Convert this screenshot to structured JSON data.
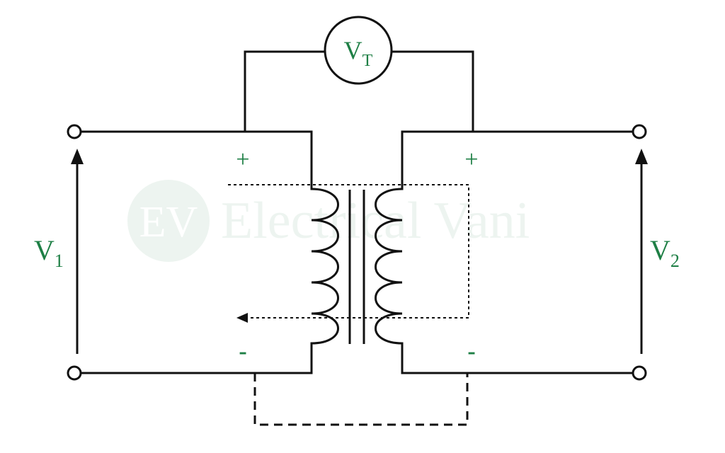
{
  "diagram": {
    "meter": {
      "symbol": "V",
      "subscript": "T"
    },
    "left_voltage": {
      "symbol": "V",
      "subscript": "1"
    },
    "right_voltage": {
      "symbol": "V",
      "subscript": "2"
    },
    "left_plus": "+",
    "right_plus": "+",
    "left_minus": "-",
    "right_minus": "-"
  },
  "watermark": {
    "logo": "EV",
    "text": "Electrical Vani"
  },
  "colors": {
    "label": "#1e7f45",
    "wire": "#111111",
    "watermark": "#dfece4"
  }
}
